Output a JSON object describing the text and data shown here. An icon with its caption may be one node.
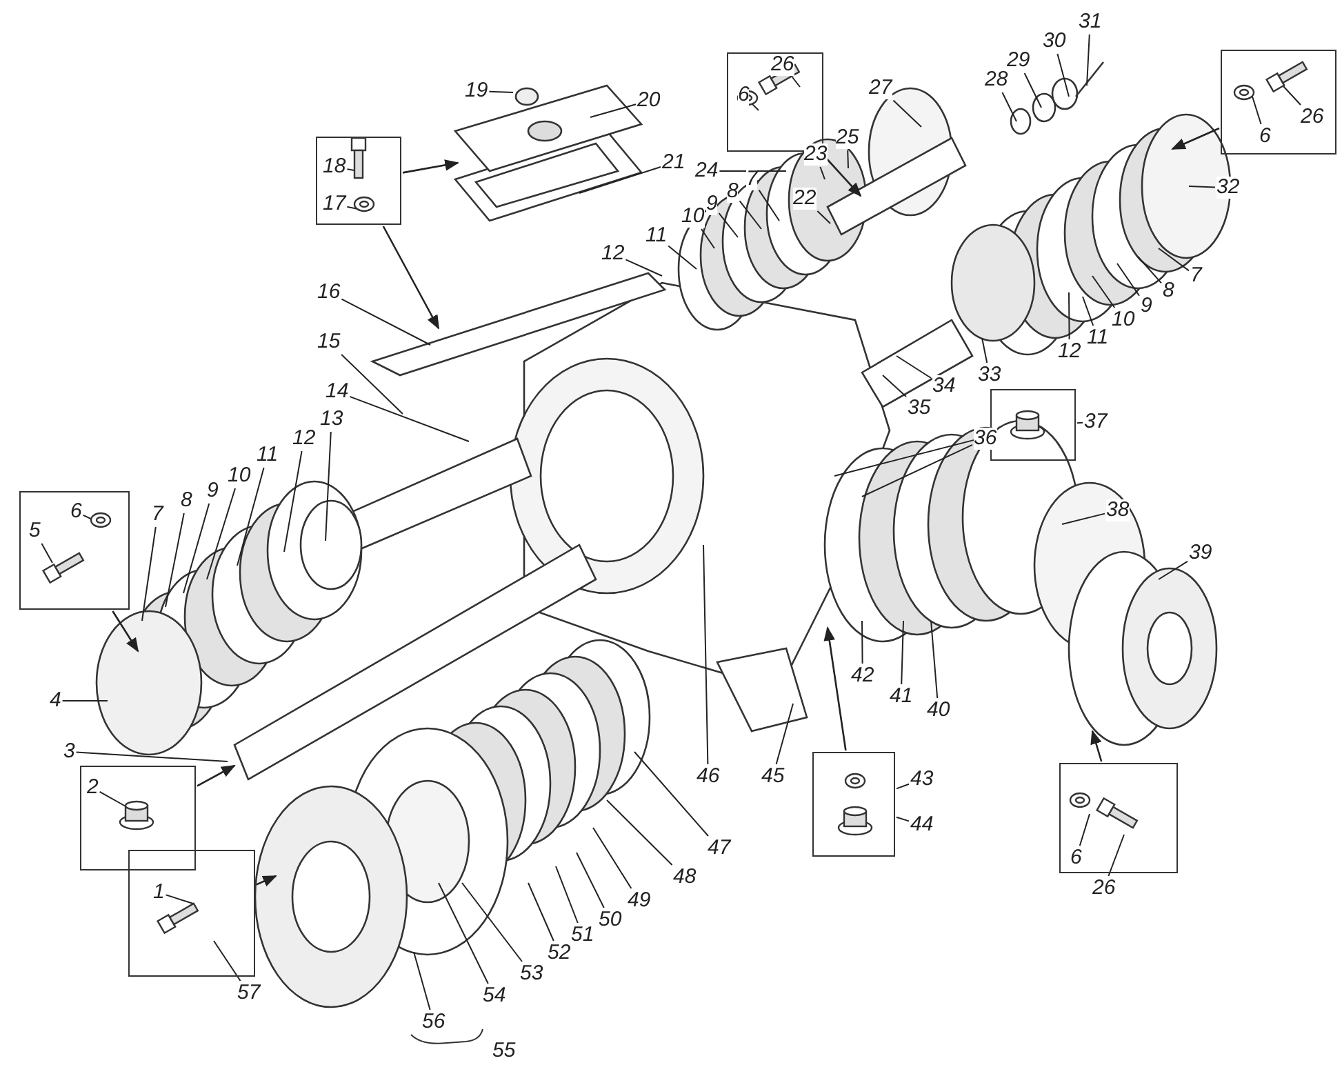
{
  "diagram": {
    "nodes": [
      {
        "text": [],
        "shape": "box"
      },
      {
        "text": [
          "18"
        ],
        "in": 0
      },
      {
        "text": [
          "17"
        ],
        "in": 0
      },
      {
        "text": [
          "19"
        ]
      },
      {
        "text": [
          "20"
        ]
      },
      {
        "text": [
          "21"
        ]
      },
      {
        "text": [],
        "shape": "box"
      },
      {
        "text": [
          "6"
        ],
        "in": 6
      },
      {
        "text": [
          "26"
        ],
        "in": 6
      },
      {
        "text": [
          "27"
        ]
      },
      {
        "text": [
          "28"
        ]
      },
      {
        "text": [
          "29"
        ]
      },
      {
        "text": [
          "30"
        ]
      },
      {
        "text": [
          "31"
        ]
      },
      {
        "text": [],
        "shape": "box"
      },
      {
        "text": [
          "6"
        ],
        "in": 14
      },
      {
        "text": [
          "26"
        ],
        "in": 14
      },
      {
        "text": [
          "32"
        ]
      },
      {
        "text": [
          "24"
        ]
      },
      {
        "text": [
          "25"
        ]
      },
      {
        "text": [
          "23"
        ]
      },
      {
        "text": [
          "22"
        ]
      },
      {
        "text": [
          "7"
        ]
      },
      {
        "text": [
          "8"
        ]
      },
      {
        "text": [
          "9"
        ]
      },
      {
        "text": [
          "10"
        ]
      },
      {
        "text": [
          "11"
        ]
      },
      {
        "text": [
          "12"
        ]
      },
      {
        "text": [
          "16"
        ]
      },
      {
        "text": [
          "15"
        ]
      },
      {
        "text": [
          "14"
        ]
      },
      {
        "text": [
          "13"
        ]
      },
      {
        "text": [
          "12"
        ]
      },
      {
        "text": [
          "11"
        ]
      },
      {
        "text": [
          "10"
        ]
      },
      {
        "text": [
          "9"
        ]
      },
      {
        "text": [
          "8"
        ]
      },
      {
        "text": [
          "7"
        ]
      },
      {
        "text": [],
        "shape": "box"
      },
      {
        "text": [
          "6"
        ],
        "in": 38
      },
      {
        "text": [
          "5"
        ],
        "in": 38
      },
      {
        "text": [
          "4"
        ]
      },
      {
        "text": [
          "3"
        ]
      },
      {
        "text": [],
        "shape": "box"
      },
      {
        "text": [
          "2"
        ],
        "in": 43
      },
      {
        "text": [],
        "shape": "box"
      },
      {
        "text": [
          "1"
        ],
        "in": 45
      },
      {
        "text": [
          "57"
        ]
      },
      {
        "text": [
          "56"
        ]
      },
      {
        "text": [
          "54"
        ]
      },
      {
        "text": [
          "53"
        ]
      },
      {
        "text": [
          "52"
        ]
      },
      {
        "text": [
          "51"
        ]
      },
      {
        "text": [
          "50"
        ]
      },
      {
        "text": [
          "49"
        ]
      },
      {
        "text": [
          "48"
        ]
      },
      {
        "text": [
          "47"
        ]
      },
      {
        "text": [
          "46"
        ]
      },
      {
        "text": [
          "45"
        ]
      },
      {
        "text": [],
        "shape": "box"
      },
      {
        "text": [
          "43"
        ]
      },
      {
        "text": [
          "44"
        ]
      },
      {
        "text": [
          "42"
        ]
      },
      {
        "text": [
          "41"
        ]
      },
      {
        "text": [
          "40"
        ]
      },
      {
        "text": [
          "39"
        ]
      },
      {
        "text": [
          "38"
        ]
      },
      {
        "text": [],
        "shape": "box"
      },
      {
        "text": [
          "6"
        ],
        "in": 67
      },
      {
        "text": [
          "26"
        ]
      },
      {
        "text": [],
        "shape": "box"
      },
      {
        "text": [
          "37"
        ]
      },
      {
        "text": [
          "36"
        ]
      },
      {
        "text": [
          "7"
        ]
      },
      {
        "text": [
          "8"
        ]
      },
      {
        "text": [
          "9"
        ]
      },
      {
        "text": [
          "10"
        ]
      },
      {
        "text": [
          "11"
        ]
      },
      {
        "text": [
          "12"
        ]
      },
      {
        "text": [
          "33"
        ]
      },
      {
        "text": [
          "34"
        ]
      },
      {
        "text": [
          "35"
        ]
      },
      {
        "text": [
          "55"
        ]
      }
    ],
    "edges": [
      {
        "from": 1,
        "to": null,
        "arrow": "none"
      },
      {
        "from": 2,
        "to": null,
        "arrow": "none"
      },
      {
        "from": 3,
        "to": null,
        "arrow": "none"
      },
      {
        "from": 4,
        "to": null,
        "arrow": "none"
      },
      {
        "from": 5,
        "to": null,
        "arrow": "none"
      },
      {
        "from": 7,
        "to": null,
        "arrow": "none"
      },
      {
        "from": 8,
        "to": null,
        "arrow": "none"
      },
      {
        "from": 9,
        "to": null,
        "arrow": "none"
      },
      {
        "from": 10,
        "to": null,
        "arrow": "none"
      },
      {
        "from": 11,
        "to": null,
        "arrow": "none"
      },
      {
        "from": 12,
        "to": null,
        "arrow": "none"
      },
      {
        "from": 13,
        "to": null,
        "arrow": "none"
      },
      {
        "from": 15,
        "to": null,
        "arrow": "none"
      },
      {
        "from": 16,
        "to": null,
        "arrow": "none"
      },
      {
        "from": 17,
        "to": null,
        "arrow": "none"
      },
      {
        "from": 18,
        "to": null,
        "arrow": "none"
      },
      {
        "from": 19,
        "to": null,
        "arrow": "none"
      },
      {
        "from": 20,
        "to": null,
        "arrow": "none"
      },
      {
        "from": 21,
        "to": null,
        "arrow": "none"
      },
      {
        "from": 22,
        "to": null,
        "arrow": "none"
      },
      {
        "from": 23,
        "to": null,
        "arrow": "none"
      },
      {
        "from": 24,
        "to": null,
        "arrow": "none"
      },
      {
        "from": 25,
        "to": null,
        "arrow": "none"
      },
      {
        "from": 26,
        "to": null,
        "arrow": "none"
      },
      {
        "from": 27,
        "to": null,
        "arrow": "none"
      },
      {
        "from": 28,
        "to": null,
        "arrow": "none"
      },
      {
        "from": 29,
        "to": null,
        "arrow": "none"
      },
      {
        "from": 30,
        "to": null,
        "arrow": "none"
      },
      {
        "from": 31,
        "to": null,
        "arrow": "none"
      },
      {
        "from": 32,
        "to": null,
        "arrow": "none"
      },
      {
        "from": 33,
        "to": null,
        "arrow": "none"
      },
      {
        "from": 34,
        "to": null,
        "arrow": "none"
      },
      {
        "from": 35,
        "to": null,
        "arrow": "none"
      },
      {
        "from": 36,
        "to": null,
        "arrow": "none"
      },
      {
        "from": 37,
        "to": null,
        "arrow": "none"
      },
      {
        "from": 39,
        "to": null,
        "arrow": "none"
      },
      {
        "from": 40,
        "to": null,
        "arrow": "none"
      },
      {
        "from": 41,
        "to": null,
        "arrow": "none"
      },
      {
        "from": 42,
        "to": null,
        "arrow": "none"
      },
      {
        "from": 44,
        "to": null,
        "arrow": "none"
      },
      {
        "from": 46,
        "to": null,
        "arrow": "none"
      },
      {
        "from": 47,
        "to": null,
        "arrow": "none"
      },
      {
        "from": 48,
        "to": null,
        "arrow": "none"
      },
      {
        "from": 49,
        "to": null,
        "arrow": "none"
      },
      {
        "from": 50,
        "to": null,
        "arrow": "none"
      },
      {
        "from": 51,
        "to": null,
        "arrow": "none"
      },
      {
        "from": 52,
        "to": null,
        "arrow": "none"
      },
      {
        "from": 53,
        "to": null,
        "arrow": "none"
      },
      {
        "from": 54,
        "to": null,
        "arrow": "none"
      },
      {
        "from": 55,
        "to": null,
        "arrow": "none"
      },
      {
        "from": 56,
        "to": null,
        "arrow": "none"
      },
      {
        "from": 57,
        "to": null,
        "arrow": "none"
      },
      {
        "from": 58,
        "to": null,
        "arrow": "none"
      },
      {
        "from": 60,
        "to": 59,
        "arrow": "none"
      },
      {
        "from": 61,
        "to": 59,
        "arrow": "none"
      },
      {
        "from": 62,
        "to": null,
        "arrow": "none"
      },
      {
        "from": 63,
        "to": null,
        "arrow": "none"
      },
      {
        "from": 64,
        "to": null,
        "arrow": "none"
      },
      {
        "from": 65,
        "to": null,
        "arrow": "none"
      },
      {
        "from": 66,
        "to": null,
        "arrow": "none"
      },
      {
        "from": 68,
        "to": null,
        "arrow": "none"
      },
      {
        "from": 69,
        "to": null,
        "arrow": "none"
      },
      {
        "from": 71,
        "to": 70,
        "arrow": "none"
      },
      {
        "from": 72,
        "to": null,
        "arrow": "none"
      },
      {
        "from": 73,
        "to": null,
        "arrow": "none"
      },
      {
        "from": 74,
        "to": null,
        "arrow": "none"
      },
      {
        "from": 75,
        "to": null,
        "arrow": "none"
      },
      {
        "from": 76,
        "to": null,
        "arrow": "none"
      },
      {
        "from": 77,
        "to": null,
        "arrow": "none"
      },
      {
        "from": 78,
        "to": null,
        "arrow": "none"
      },
      {
        "from": 79,
        "to": null,
        "arrow": "none"
      },
      {
        "from": 80,
        "to": null,
        "arrow": "none"
      },
      {
        "from": 81,
        "to": null,
        "arrow": "none"
      },
      {
        "from": 0,
        "to": null,
        "arrow": "to"
      },
      {
        "from": 0,
        "to": null,
        "arrow": "to"
      },
      {
        "from": 6,
        "to": null,
        "arrow": "to"
      },
      {
        "from": 14,
        "to": null,
        "arrow": "to"
      },
      {
        "from": 38,
        "to": null,
        "arrow": "to"
      },
      {
        "from": 43,
        "to": null,
        "arrow": "to"
      },
      {
        "from": 45,
        "to": null,
        "arrow": "to"
      },
      {
        "from": 59,
        "to": null,
        "arrow": "to"
      },
      {
        "from": 67,
        "to": null,
        "arrow": "to"
      },
      {
        "from": 70,
        "to": null,
        "arrow": "none"
      }
    ]
  }
}
